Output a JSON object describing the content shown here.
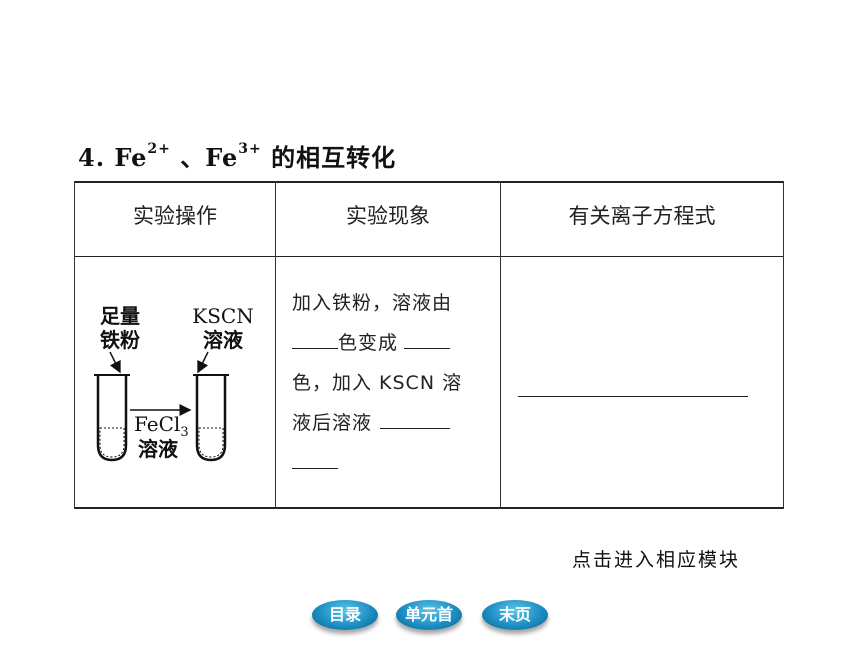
{
  "section": {
    "number": "4.",
    "ion1": "Fe",
    "ion1_charge": "2+",
    "separator": "、",
    "ion2": "Fe",
    "ion2_charge": "3+",
    "title_rest": "的相互转化"
  },
  "table": {
    "headers": [
      "实验操作",
      "实验现象",
      "有关离子方程式"
    ],
    "diagram": {
      "reagent_left_line1": "足量",
      "reagent_left_line2": "铁粉",
      "reagent_right_line1": "KSCN",
      "reagent_right_line2": "溶液",
      "solution_formula": "FeCl",
      "solution_subscript": "3",
      "solution_label": "溶液"
    },
    "phenomenon": {
      "line1": "加入铁粉，溶液由",
      "line2_mid": "色变成",
      "line3": "色，加入 KSCN 溶",
      "line4": "液后溶液"
    }
  },
  "hint": "点击进入相应模块",
  "nav": {
    "contents": "目录",
    "unit_first": "单元首",
    "last_page": "末页"
  }
}
